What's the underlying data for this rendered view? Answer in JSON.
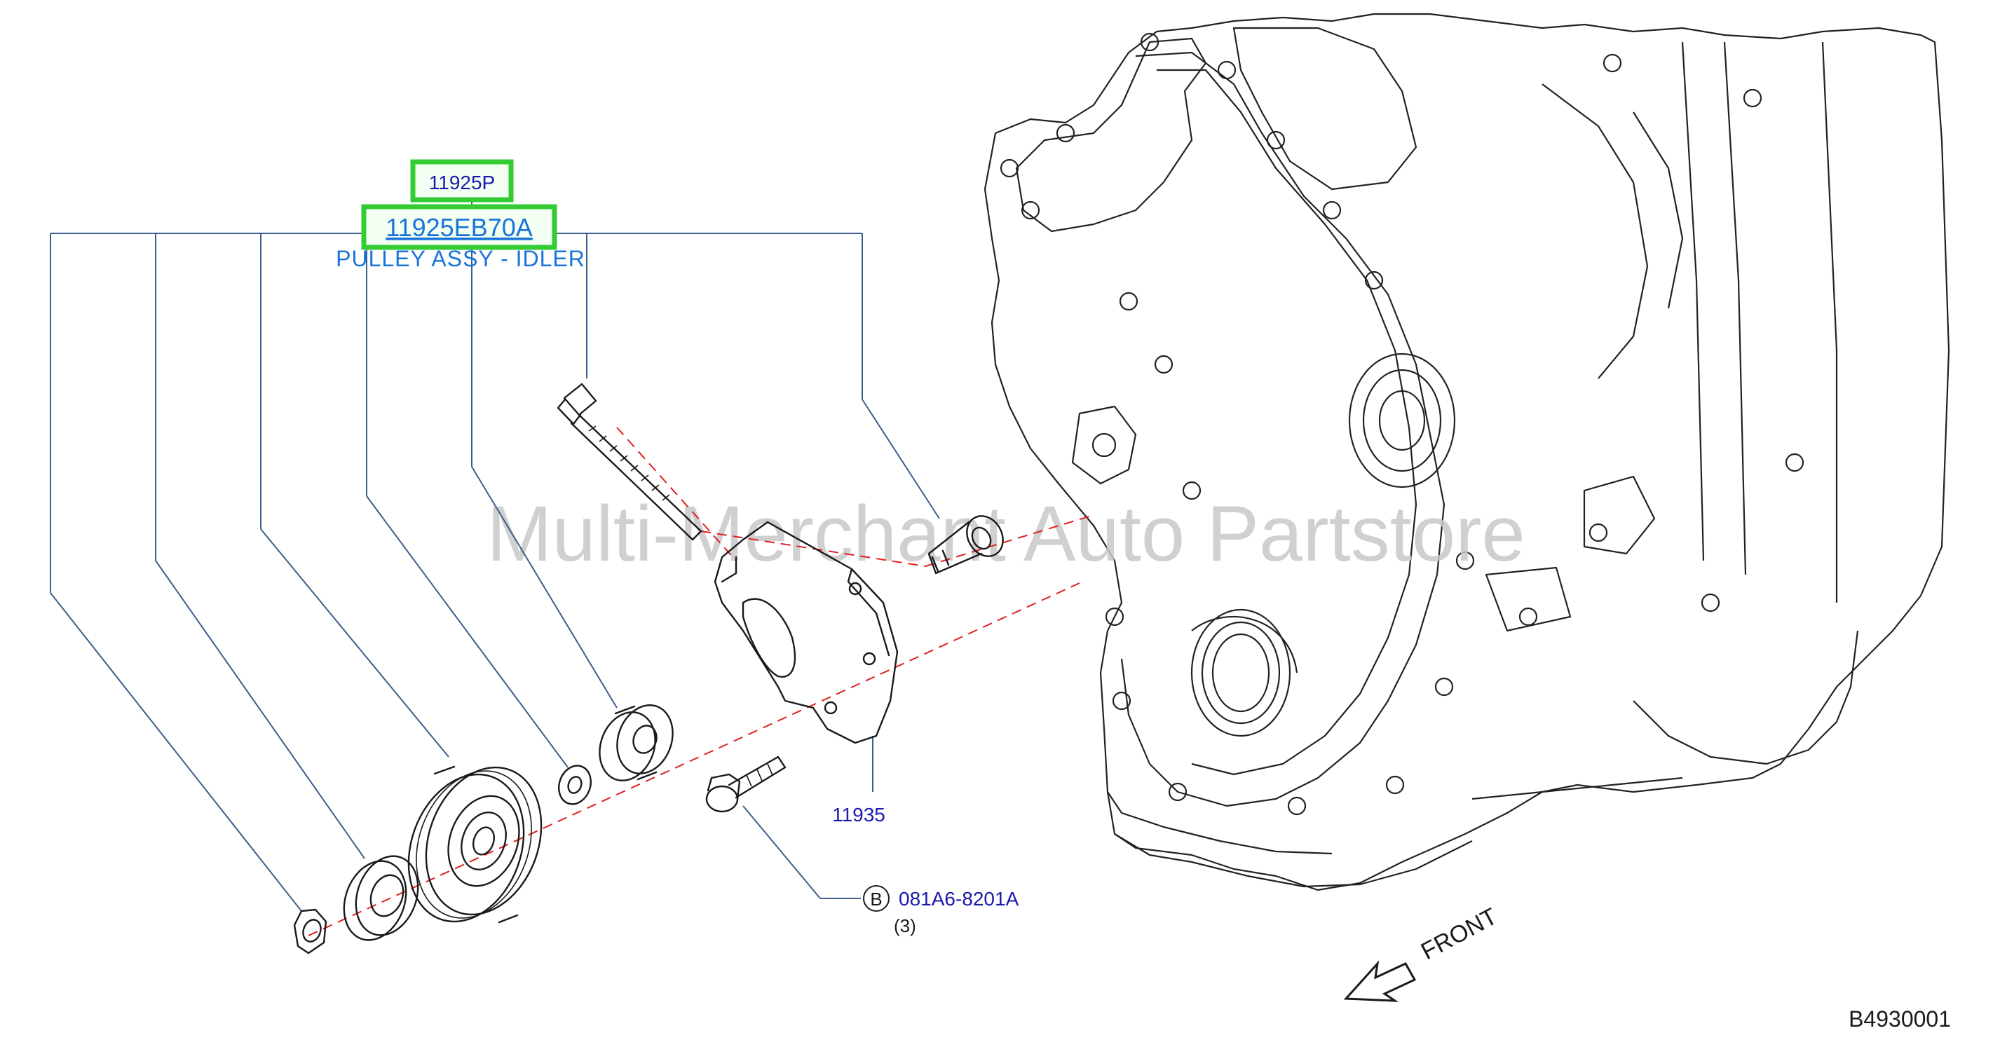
{
  "diagram": {
    "callouts": {
      "part_11925p": "11925P",
      "part_number_main": "11925EB70A",
      "part_name": "PULLEY ASSY - IDLER",
      "bracket_11935": "11935",
      "bolt_ref_letter": "B",
      "bolt_part_number": "081A6-8201A",
      "bolt_quantity": "(3)"
    },
    "watermark": "Multi-Merchant Auto Partstore",
    "direction_label": "FRONT",
    "diagram_id": "B4930001",
    "colors": {
      "highlight_green": "#33cc33",
      "callout_blue": "#1a73d9",
      "leader_line": "#3a5f8a",
      "axis_dash_red": "#e02020",
      "watermark_gray": "#c8c8c8"
    }
  }
}
